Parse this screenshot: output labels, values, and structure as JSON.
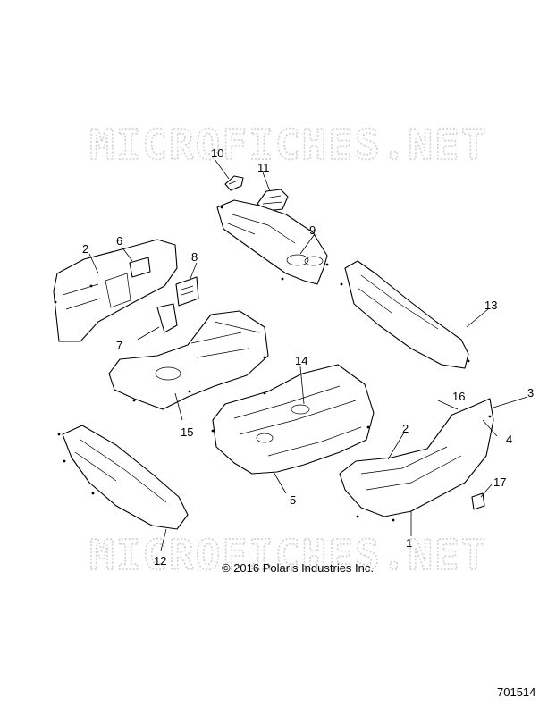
{
  "watermark_text": "MICROFICHES.NET",
  "copyright": "© 2016 Polaris Industries Inc.",
  "figure_number": "701514",
  "callouts": [
    "1",
    "2",
    "2",
    "3",
    "4",
    "5",
    "6",
    "7",
    "8",
    "9",
    "10",
    "11",
    "12",
    "13",
    "14",
    "15",
    "16",
    "17"
  ]
}
